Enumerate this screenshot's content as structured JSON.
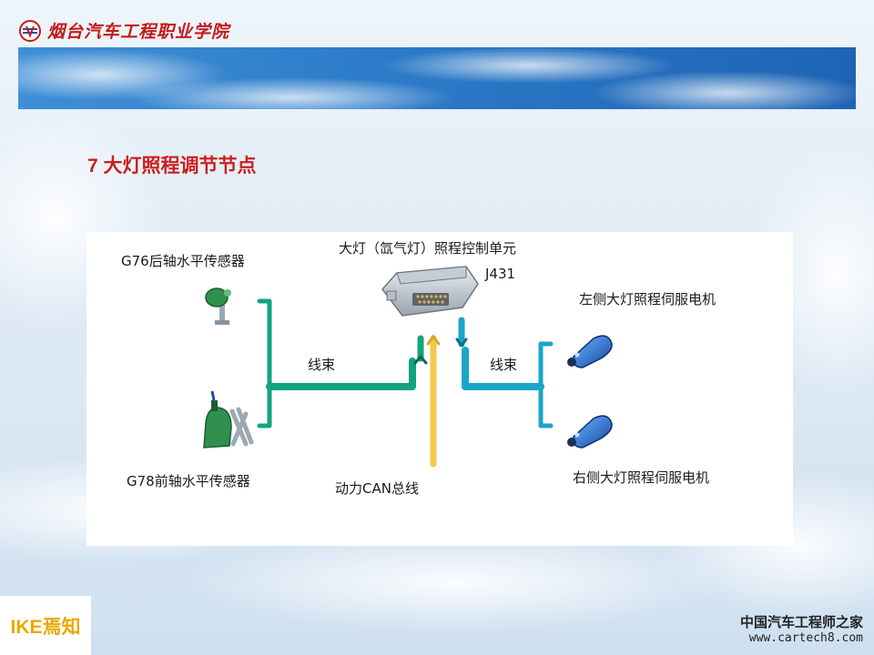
{
  "header": {
    "logo_text": "烟台汽车工程职业学院"
  },
  "slide": {
    "title": "7 大灯照程调节节点"
  },
  "diagram": {
    "rear_sensor_label": "G76后轴水平传感器",
    "front_sensor_label": "G78前轴水平传感器",
    "control_unit_label": "大灯（氙气灯）照程控制单元",
    "control_unit_code": "J431",
    "left_harness_label": "线束",
    "right_harness_label": "线束",
    "can_bus_label": "动力CAN总线",
    "left_motor_label": "左侧大灯照程伺服电机",
    "right_motor_label": "右侧大灯照程伺服电机",
    "colors": {
      "harness": "#14a37f",
      "harness_right": "#1aa6c9",
      "can_bus": "#f2c94c",
      "sensor": "#2f8f4f",
      "motor": "#1e6fd0"
    }
  },
  "footer": {
    "left_logo_text": "IKE焉知",
    "watermark_cn": "中国汽车工程师之家",
    "watermark_url": "www.cartech8.com"
  }
}
